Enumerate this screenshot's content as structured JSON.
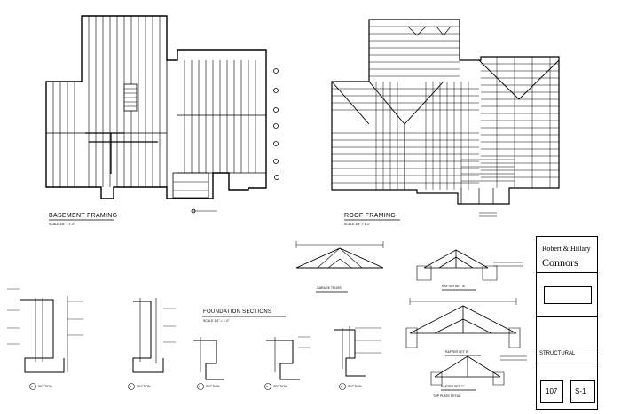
{
  "drawings": {
    "basement_framing": {
      "title": "BASEMENT FRAMING",
      "scale": "SCALE 1/8\" = 1'-0\""
    },
    "roof_framing": {
      "title": "ROOF FRAMING",
      "scale": "SCALE 1/8\" = 1'-0\""
    },
    "garage_truss": {
      "title": "GARAGE TRUSS"
    },
    "rafter_set_a": {
      "title": "RAFTER SET 'A'"
    },
    "rafter_set_b": {
      "title": "RAFTER SET 'B'"
    },
    "rafter_set_c": {
      "title": "RAFTER SET 'C'"
    },
    "foundation_sections": {
      "title": "FOUNDATION SECTIONS",
      "scale": "SCALE 1/4\" = 1'-0\""
    },
    "section_labels": [
      "SECTION",
      "SECTION",
      "SECTION",
      "SECTION",
      "SECTION"
    ],
    "section_keys": [
      "A",
      "B",
      "C",
      "D",
      "E"
    ],
    "top_plate_detail": {
      "title": "TOP PLATE RETAIL"
    }
  },
  "title_block": {
    "client_line": "Robert & Hillary",
    "client_name": "Connors",
    "sheet_title": "STRUCTURAL",
    "project_number": "107",
    "sheet_number": "S-1"
  }
}
